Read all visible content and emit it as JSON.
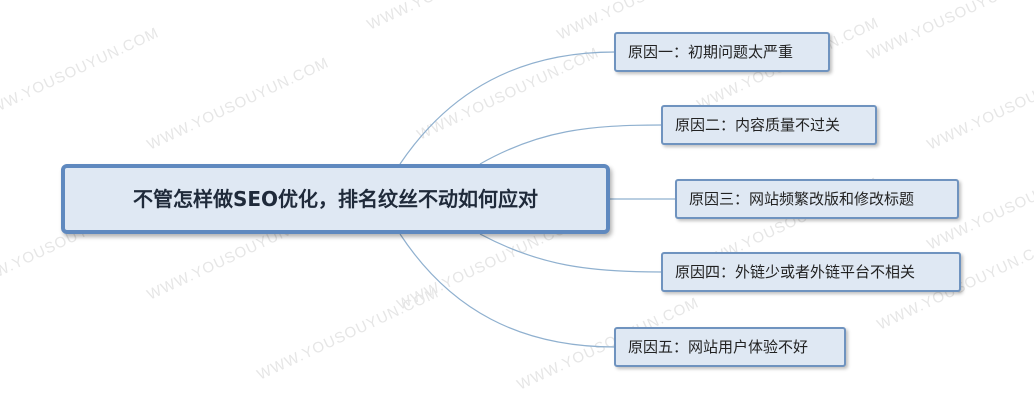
{
  "root": {
    "label": "不管怎样做SEO优化，排名纹丝不动如何应对"
  },
  "branches": [
    {
      "label": "原因一：初期问题太严重"
    },
    {
      "label": "原因二：内容质量不过关"
    },
    {
      "label": "原因三：网站频繁改版和修改标题"
    },
    {
      "label": "原因四：外链少或者外链平台不相关"
    },
    {
      "label": "原因五：网站用户体验不好"
    }
  ],
  "watermark": {
    "text": "WWW.YOUSOUYUN.COM"
  },
  "colors": {
    "node_fill": "#dfe8f3",
    "node_border": "#6f93bf",
    "connector": "#8fb0cf",
    "watermark": "#e6e6e6"
  }
}
